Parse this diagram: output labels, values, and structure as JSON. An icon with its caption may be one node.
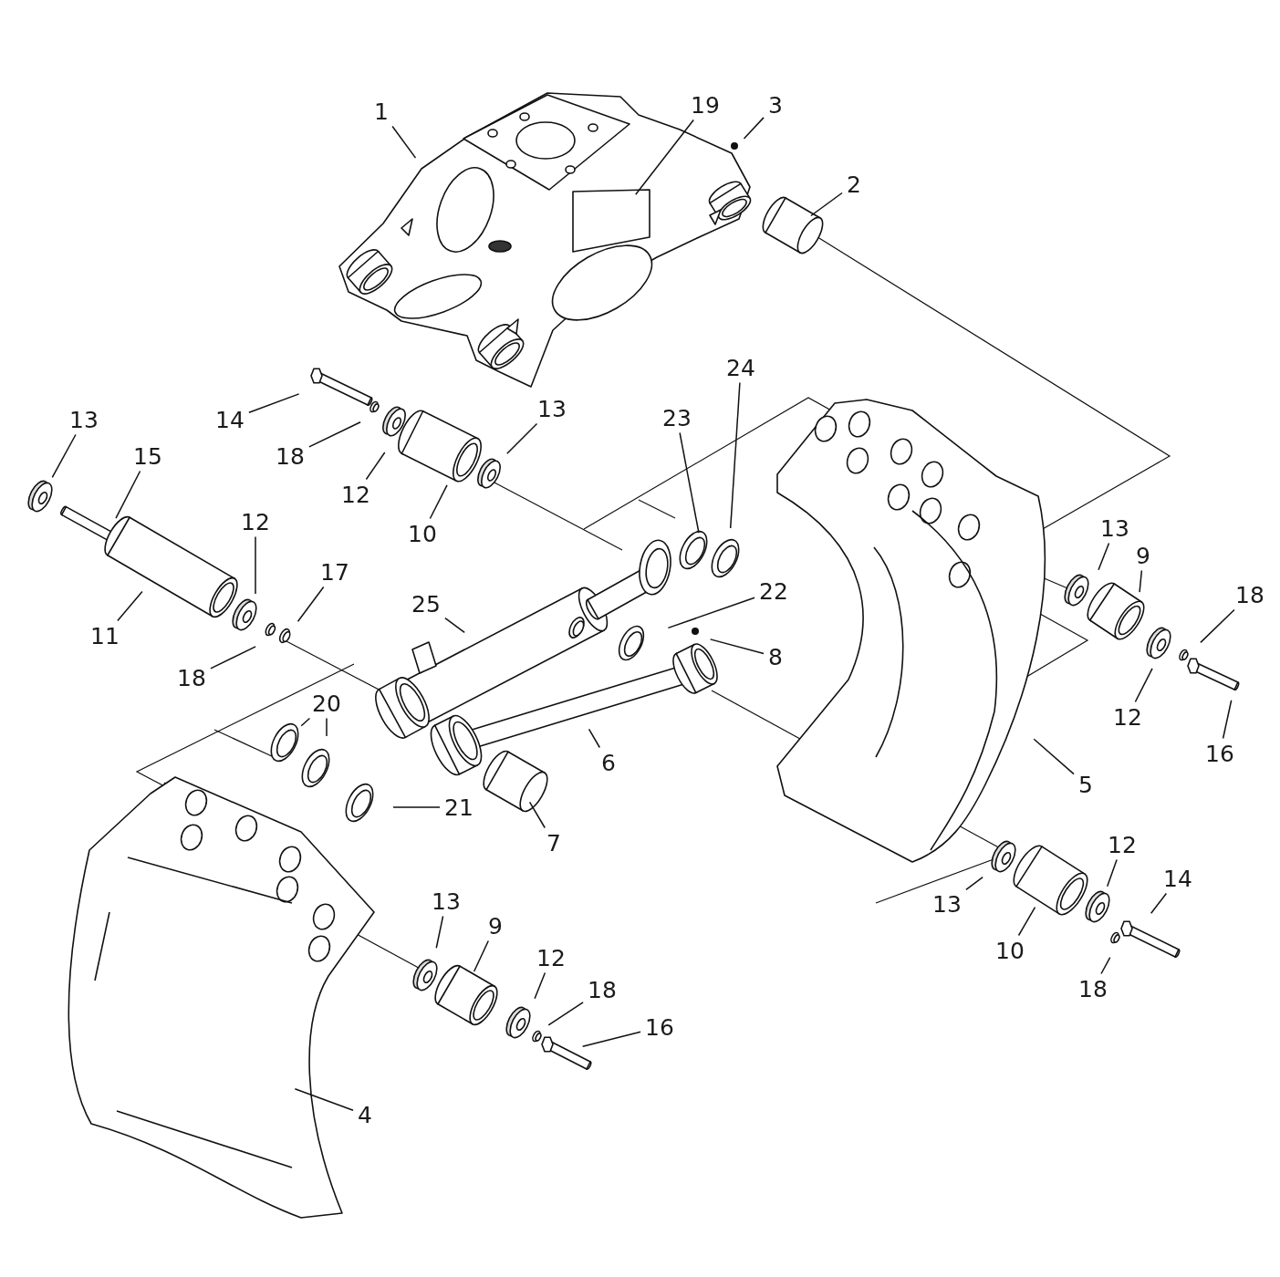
{
  "diagram": {
    "nodes": [
      {
        "text": [
          "3"
        ]
      },
      {
        "text": [
          "19"
        ]
      },
      {
        "text": [
          "1"
        ]
      },
      {
        "text": [
          "2"
        ]
      },
      {
        "text": [
          "24"
        ]
      },
      {
        "text": [
          "13"
        ]
      },
      {
        "text": [
          "23"
        ]
      },
      {
        "text": [
          "14"
        ]
      },
      {
        "text": [
          "13"
        ]
      },
      {
        "text": [
          "15"
        ]
      },
      {
        "text": [
          "18"
        ]
      },
      {
        "text": [
          "12"
        ]
      },
      {
        "text": [
          "12"
        ]
      },
      {
        "text": [
          "13"
        ]
      },
      {
        "text": [
          "10"
        ]
      },
      {
        "text": [
          "9"
        ]
      },
      {
        "text": [
          "17"
        ]
      },
      {
        "text": [
          "22"
        ]
      },
      {
        "text": [
          "18"
        ]
      },
      {
        "text": [
          "25"
        ]
      },
      {
        "text": [
          "11"
        ]
      },
      {
        "text": [
          "8"
        ]
      },
      {
        "text": [
          "18"
        ]
      },
      {
        "text": [
          "20"
        ]
      },
      {
        "text": [
          "12"
        ]
      },
      {
        "text": [
          "16"
        ]
      },
      {
        "text": [
          "6"
        ]
      },
      {
        "text": [
          "5"
        ]
      },
      {
        "text": [
          "21"
        ]
      },
      {
        "text": [
          "7"
        ]
      },
      {
        "text": [
          "12"
        ]
      },
      {
        "text": [
          "14"
        ]
      },
      {
        "text": [
          "13"
        ]
      },
      {
        "text": [
          "13"
        ]
      },
      {
        "text": [
          "9"
        ]
      },
      {
        "text": [
          "10"
        ]
      },
      {
        "text": [
          "12"
        ]
      },
      {
        "text": [
          "18"
        ]
      },
      {
        "text": [
          "18"
        ]
      },
      {
        "text": [
          "16"
        ]
      },
      {
        "text": [
          "4"
        ]
      }
    ],
    "edges": [
      {
        "from": 0,
        "to": null,
        "arrow": "none"
      },
      {
        "from": 1,
        "to": null,
        "arrow": "none"
      },
      {
        "from": 2,
        "to": null,
        "arrow": "none"
      },
      {
        "from": 3,
        "to": null,
        "arrow": "none"
      },
      {
        "from": 4,
        "to": null,
        "arrow": "none"
      },
      {
        "from": 5,
        "to": null,
        "arrow": "none"
      },
      {
        "from": 6,
        "to": null,
        "arrow": "none"
      },
      {
        "from": 7,
        "to": null,
        "arrow": "none"
      },
      {
        "from": 8,
        "to": null,
        "arrow": "none"
      },
      {
        "from": 9,
        "to": null,
        "arrow": "none"
      },
      {
        "from": 10,
        "to": null,
        "arrow": "none"
      },
      {
        "from": 11,
        "to": null,
        "arrow": "none"
      },
      {
        "from": 12,
        "to": null,
        "arrow": "none"
      },
      {
        "from": 13,
        "to": null,
        "arrow": "none"
      },
      {
        "from": 14,
        "to": null,
        "arrow": "none"
      },
      {
        "from": 15,
        "to": null,
        "arrow": "none"
      },
      {
        "from": 16,
        "to": null,
        "arrow": "none"
      },
      {
        "from": 17,
        "to": null,
        "arrow": "none"
      },
      {
        "from": 18,
        "to": null,
        "arrow": "none"
      },
      {
        "from": 19,
        "to": null,
        "arrow": "none"
      },
      {
        "from": 20,
        "to": null,
        "arrow": "none"
      },
      {
        "from": 21,
        "to": null,
        "arrow": "none"
      },
      {
        "from": 22,
        "to": null,
        "arrow": "none"
      },
      {
        "from": 23,
        "to": null,
        "arrow": "none"
      },
      {
        "from": 23,
        "to": null,
        "arrow": "none"
      },
      {
        "from": 24,
        "to": null,
        "arrow": "none"
      },
      {
        "from": 25,
        "to": null,
        "arrow": "none"
      },
      {
        "from": 26,
        "to": null,
        "arrow": "none"
      },
      {
        "from": 27,
        "to": null,
        "arrow": "none"
      },
      {
        "from": 28,
        "to": null,
        "arrow": "none"
      },
      {
        "from": 29,
        "to": null,
        "arrow": "none"
      },
      {
        "from": 30,
        "to": null,
        "arrow": "none"
      },
      {
        "from": 31,
        "to": null,
        "arrow": "none"
      },
      {
        "from": 32,
        "to": null,
        "arrow": "none"
      },
      {
        "from": 33,
        "to": null,
        "arrow": "none"
      },
      {
        "from": 34,
        "to": null,
        "arrow": "none"
      },
      {
        "from": 35,
        "to": null,
        "arrow": "none"
      },
      {
        "from": 36,
        "to": null,
        "arrow": "none"
      },
      {
        "from": 37,
        "to": null,
        "arrow": "none"
      },
      {
        "from": 38,
        "to": null,
        "arrow": "none"
      },
      {
        "from": 39,
        "to": null,
        "arrow": "none"
      },
      {
        "from": 40,
        "to": null,
        "arrow": "none"
      }
    ]
  }
}
